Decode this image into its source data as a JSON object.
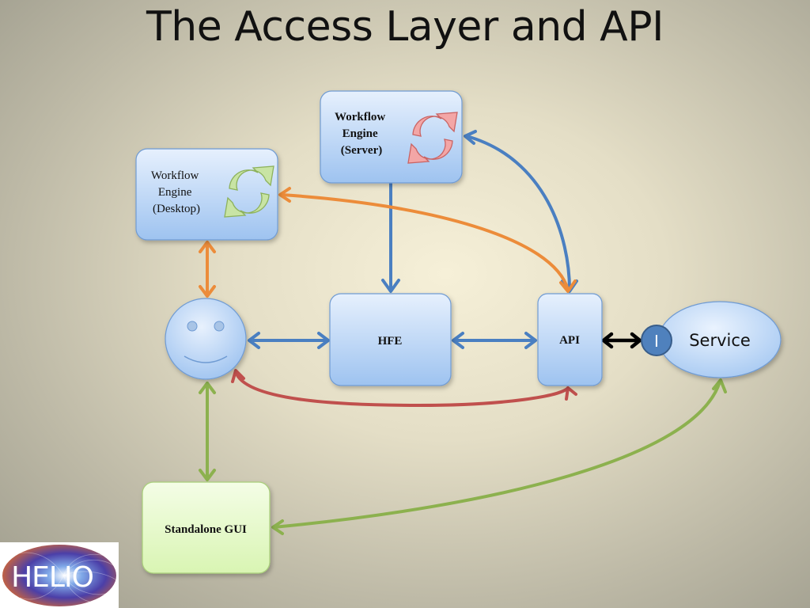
{
  "slide": {
    "title": "The Access Layer and API"
  },
  "nodes": {
    "wf_server": {
      "lines": [
        "Workflow",
        "Engine",
        "(Server)"
      ]
    },
    "wf_desktop": {
      "lines": [
        "Workflow",
        "Engine",
        "(Desktop)"
      ]
    },
    "hfe": {
      "label": "HFE"
    },
    "api": {
      "label": "API"
    },
    "service": {
      "label": "Service"
    },
    "interface": {
      "label": "I"
    },
    "standalone_gui": {
      "label": "Standalone GUI"
    }
  },
  "logo": {
    "text": "HELIO"
  },
  "colors": {
    "blue_arrow": "#4a7fc1",
    "orange_arrow": "#ec8c3a",
    "green_arrow": "#8cb14e",
    "red_arrow": "#c0504d",
    "black_arrow": "#000000",
    "box_blue": "#a6c8f2",
    "box_green": "#e2f8c0"
  }
}
